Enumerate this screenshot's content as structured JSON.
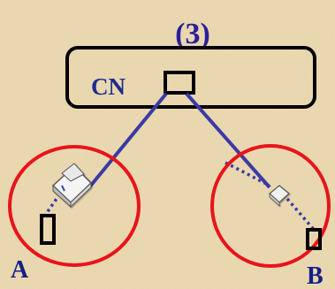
{
  "diagram": {
    "step_label": "(3)",
    "cn_label": "CN",
    "cell_a_label": "A",
    "cell_b_label": "B",
    "colors": {
      "background": "#eedcb4",
      "step_text": "#2a1f9a",
      "cn_text": "#1f2b8c",
      "cell_label_text": "#12208a",
      "link": "#3a3aa6",
      "cell_circle": "#e8141a",
      "box_outline": "#000000"
    },
    "icons": [
      "computer-icon",
      "mobile-device-icon",
      "base-station-icon"
    ]
  }
}
